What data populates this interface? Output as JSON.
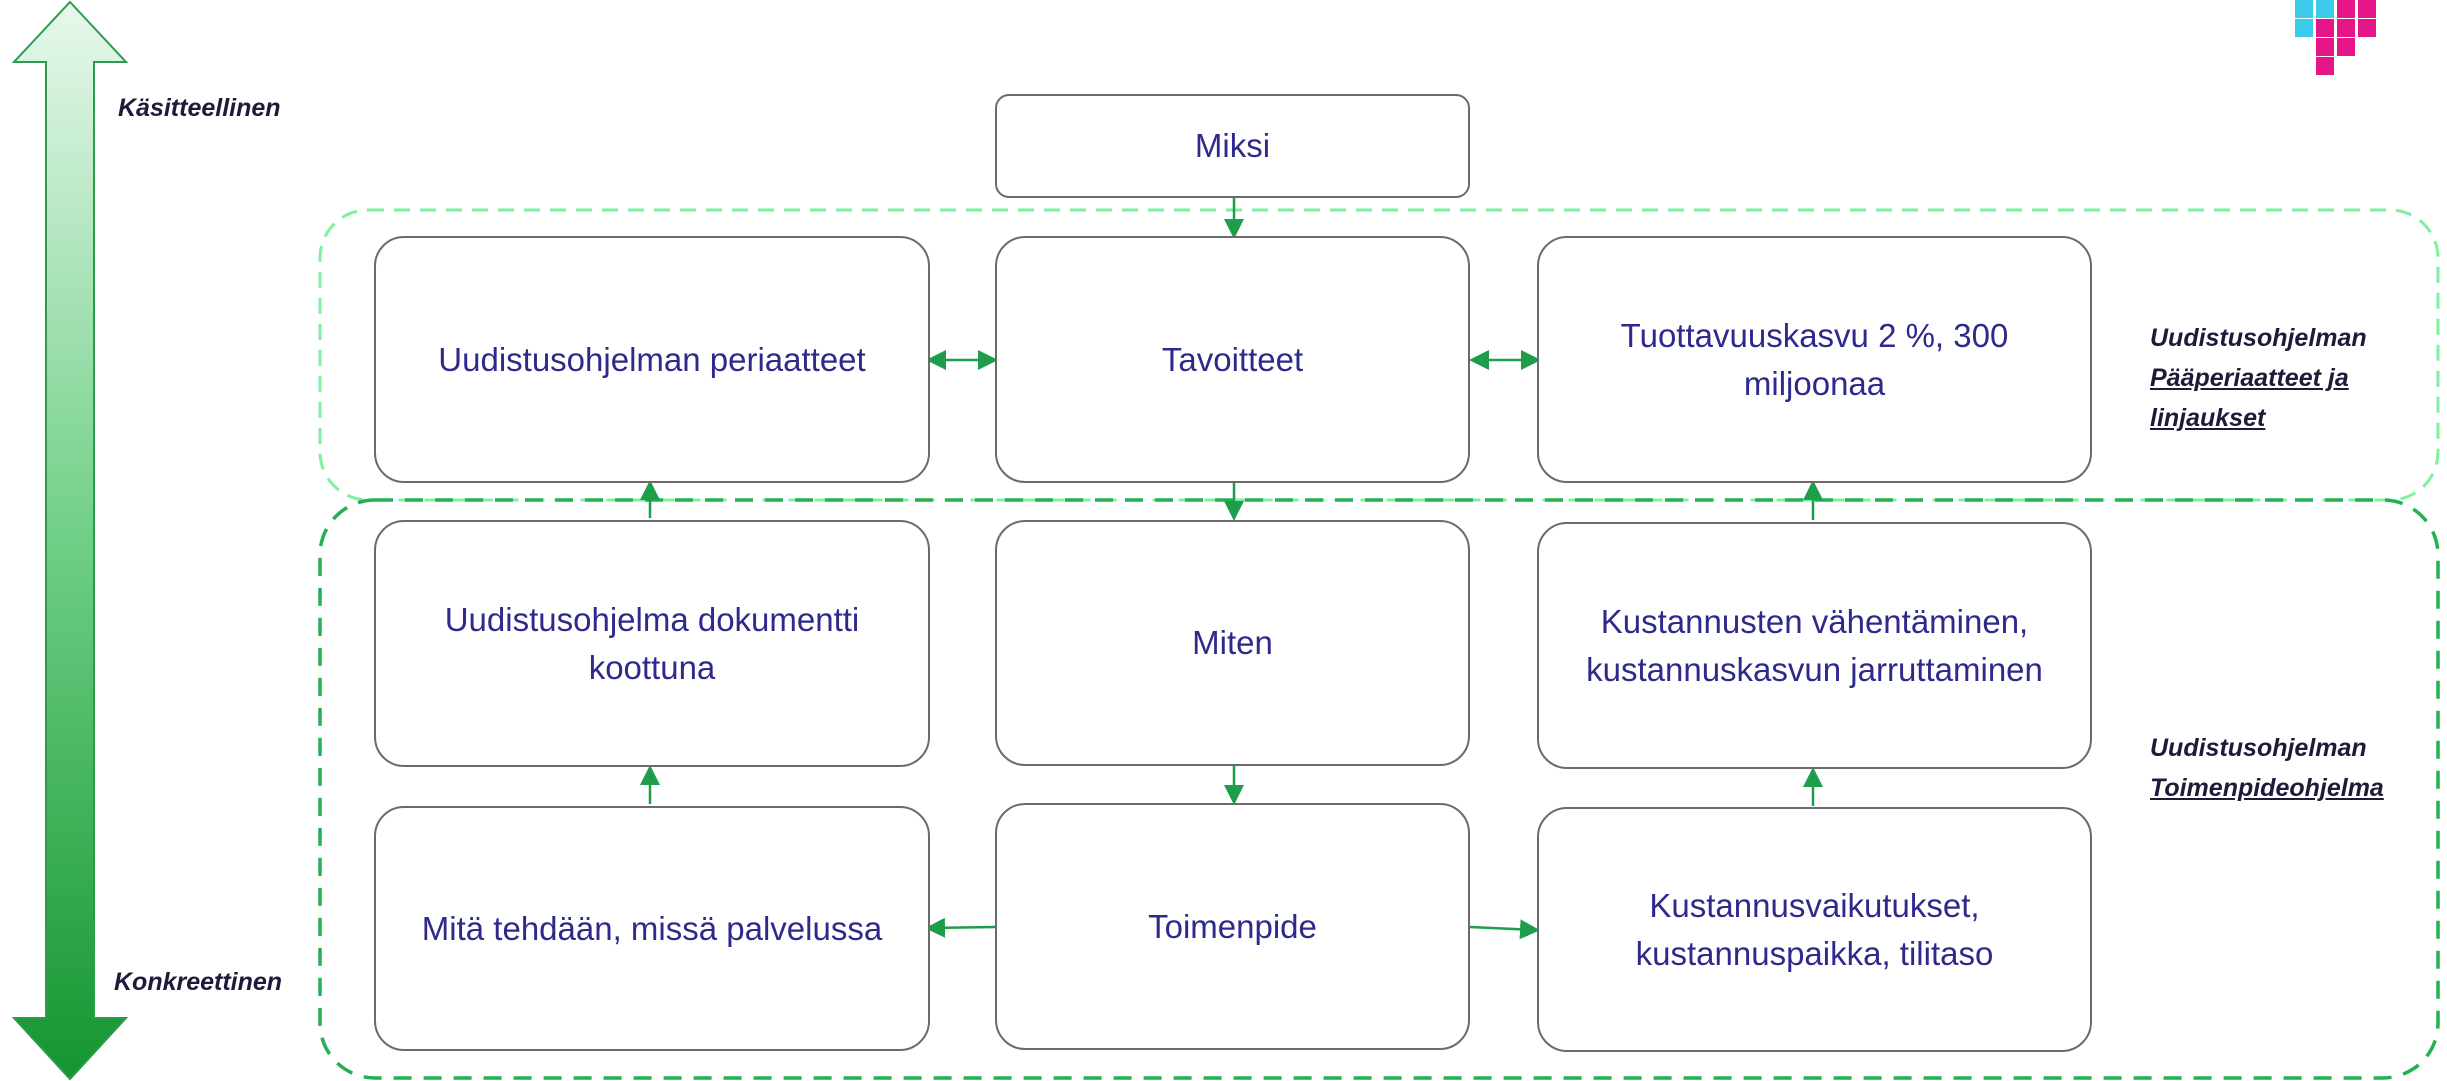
{
  "scale": {
    "top_label": "Käsitteellinen",
    "bottom_label": "Konkreettinen"
  },
  "boxes": {
    "miksi": "Miksi",
    "periaatteet": "Uudistusohjelman periaatteet",
    "tavoitteet": "Tavoitteet",
    "tuottavuus": "Tuottavuuskasvu 2 %, 300 miljoonaa",
    "dokumentti": "Uudistusohjelma dokumentti koottuna",
    "miten": "Miten",
    "kustannusten": "Kustannusten vähentäminen, kustannuskasvun jarruttaminen",
    "mita": "Mitä tehdään, missä palvelussa",
    "toimenpide": "Toimenpide",
    "vaikutukset": "Kustannusvaikutukset, kustannuspaikka, tilitaso"
  },
  "groups": {
    "top": {
      "line1": "Uudistusohjelman",
      "line2": "Pääperiaatteet ja",
      "line3": "linjaukset"
    },
    "bottom": {
      "line1": "Uudistusohjelman",
      "line2": "Toimenpideohjelma"
    }
  },
  "colors": {
    "arrow": "#1e9e4a",
    "top_group_border": "#7ef0a0",
    "bottom_group_border": "#22b050",
    "box_text": "#2e2a8c",
    "logo_cyan": "#3ccbea",
    "logo_magenta": "#e4168a"
  }
}
